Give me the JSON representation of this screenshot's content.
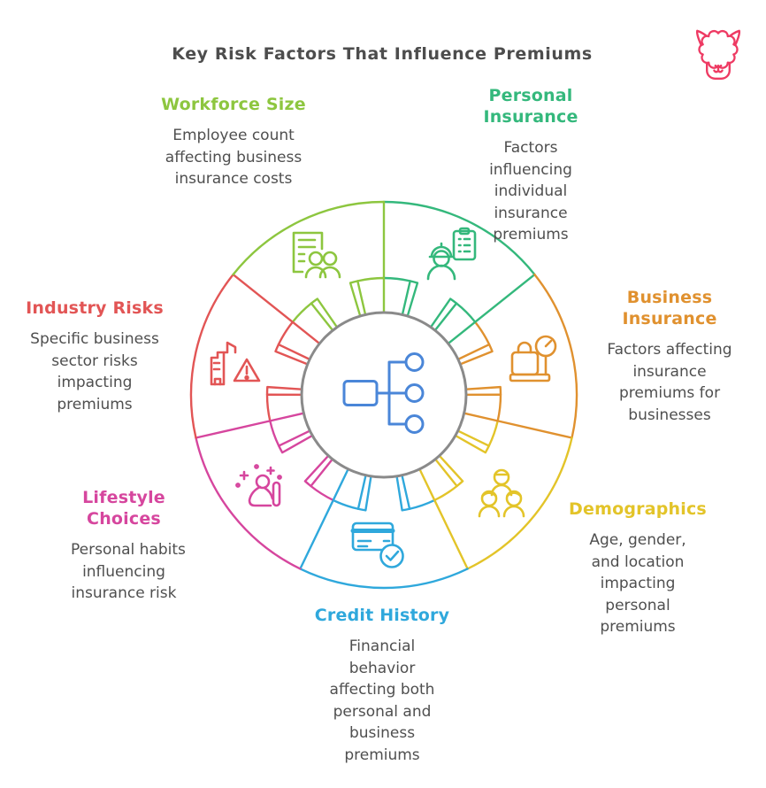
{
  "title": "Key Risk Factors That Influence Premiums",
  "text_color": "#4f4f4f",
  "logo": {
    "name": "alpaca-logo",
    "color": "#ee3a63"
  },
  "center": {
    "icon": "flowchart-icon",
    "icon_color": "#4a86d8",
    "circle_color": "#8a8a8a"
  },
  "factors": [
    {
      "id": "personal-insurance",
      "title": "Personal Insurance",
      "color": "#34b87c",
      "icon": "worker-clipboard-icon",
      "desc_lines": [
        "Factors",
        "influencing",
        "individual",
        "insurance",
        "premiums"
      ]
    },
    {
      "id": "business-insurance",
      "title": "Business Insurance",
      "color": "#e0912f",
      "icon": "luggage-scale-icon",
      "desc_lines": [
        "Factors affecting",
        "insurance",
        "premiums for",
        "businesses"
      ]
    },
    {
      "id": "demographics",
      "title": "Demographics",
      "color": "#e3c429",
      "icon": "people-group-icon",
      "desc_lines": [
        "Age, gender,",
        "and location",
        "impacting",
        "personal",
        "premiums"
      ]
    },
    {
      "id": "credit-history",
      "title": "Credit History",
      "color": "#2fa8dc",
      "icon": "credit-card-check-icon",
      "desc_lines": [
        "Financial",
        "behavior",
        "affecting both",
        "personal and",
        "business",
        "premiums"
      ]
    },
    {
      "id": "lifestyle-choices",
      "title": "Lifestyle Choices",
      "color": "#d6469e",
      "icon": "person-activity-icon",
      "desc_lines": [
        "Personal habits",
        "influencing",
        "insurance risk"
      ]
    },
    {
      "id": "industry-risks",
      "title": "Industry Risks",
      "color": "#e25555",
      "icon": "factory-warning-icon",
      "desc_lines": [
        "Specific business",
        "sector risks",
        "impacting",
        "premiums"
      ]
    },
    {
      "id": "workforce-size",
      "title": "Workforce Size",
      "color": "#8dc63f",
      "icon": "document-people-icon",
      "desc_lines": [
        "Employee count",
        "affecting business",
        "insurance costs"
      ]
    }
  ]
}
